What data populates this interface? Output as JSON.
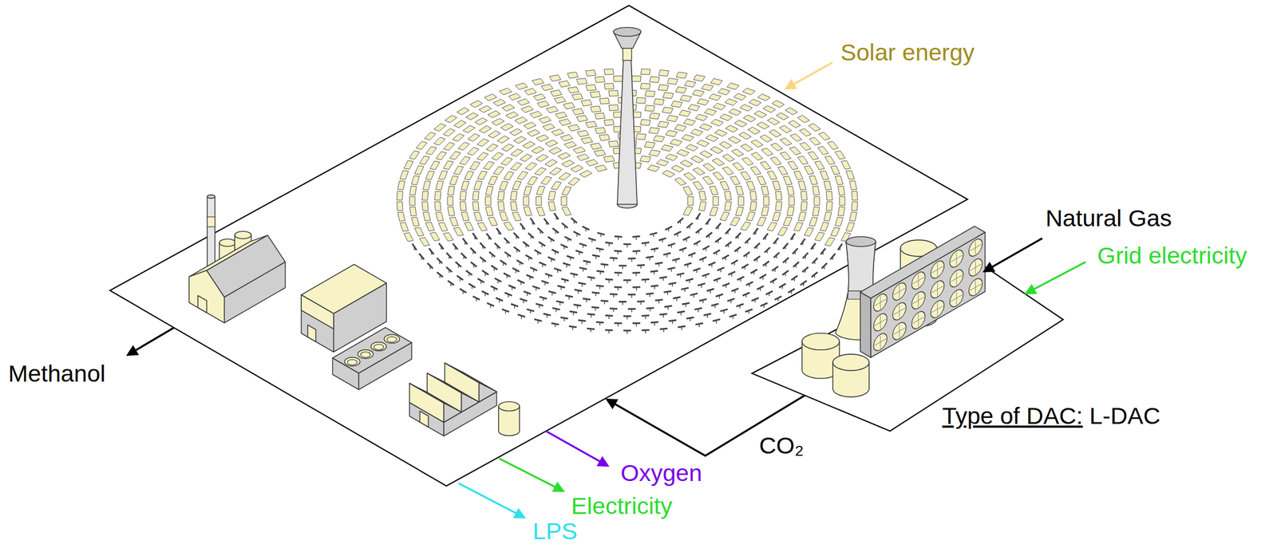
{
  "diagram": {
    "labels": [
      "Solar energy",
      "Natural Gas",
      "Grid electricity",
      "Type of DAC:",
      "L-DAC",
      "CO₂",
      "Methanol",
      "Oxygen",
      "Electricity",
      "LPS"
    ]
  }
}
